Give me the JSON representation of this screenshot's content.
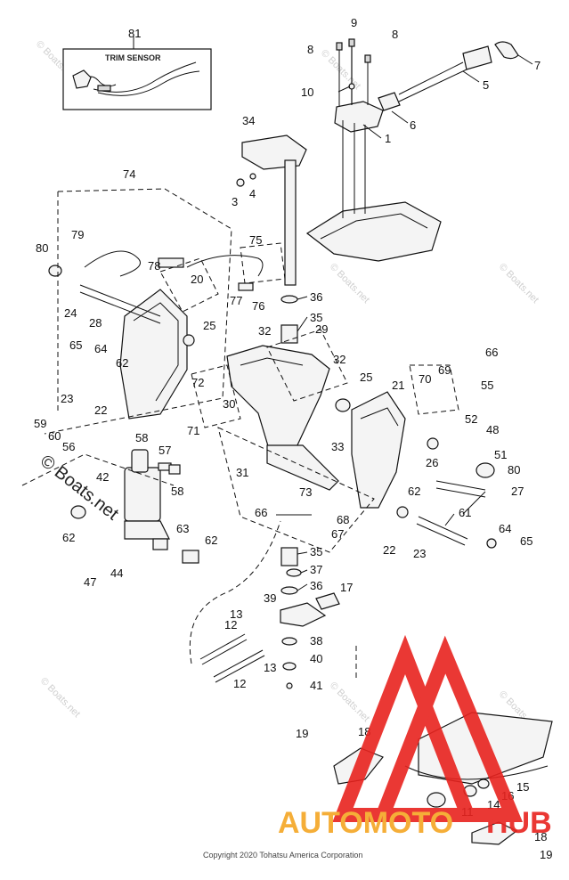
{
  "callouts": {
    "c1": "1",
    "c3": "3",
    "c4": "4",
    "c5": "5",
    "c6": "6",
    "c7": "7",
    "c8a": "8",
    "c8b": "8",
    "c9": "9",
    "c10": "10",
    "c11": "11",
    "c12a": "12",
    "c12b": "12",
    "c13a": "13",
    "c13b": "13",
    "c14": "14",
    "c15": "15",
    "c16": "16",
    "c17": "17",
    "c18a": "18",
    "c18b": "18",
    "c19a": "19",
    "c19b": "19",
    "c20": "20",
    "c21": "21",
    "c22a": "22",
    "c22b": "22",
    "c23a": "23",
    "c23b": "23",
    "c24": "24",
    "c25a": "25",
    "c25b": "25",
    "c26": "26",
    "c27": "27",
    "c28": "28",
    "c29": "29",
    "c30": "30",
    "c31": "31",
    "c32a": "32",
    "c32b": "32",
    "c33": "33",
    "c34": "34",
    "c35a": "35",
    "c35b": "35",
    "c36a": "36",
    "c36b": "36",
    "c37": "37",
    "c38": "38",
    "c39": "39",
    "c40": "40",
    "c41": "41",
    "c42": "42",
    "c44": "44",
    "c47": "47",
    "c48": "48",
    "c51": "51",
    "c52": "52",
    "c55": "55",
    "c56": "56",
    "c57": "57",
    "c58a": "58",
    "c58b": "58",
    "c59": "59",
    "c60": "60",
    "c61": "61",
    "c62a": "62",
    "c62b": "62",
    "c62c": "62",
    "c62d": "62",
    "c63": "63",
    "c64a": "64",
    "c64b": "64",
    "c65a": "65",
    "c65b": "65",
    "c66a": "66",
    "c66b": "66",
    "c67": "67",
    "c68": "68",
    "c69": "69",
    "c70": "70",
    "c71": "71",
    "c72": "72",
    "c73": "73",
    "c74": "74",
    "c75": "75",
    "c76": "76",
    "c77": "77",
    "c78": "78",
    "c79": "79",
    "c80a": "80",
    "c80b": "80",
    "c81": "81"
  },
  "inset_label": "TRIM SENSOR",
  "watermarks": [
    "© Boats.net",
    "© Boats.net",
    "© Boats.net",
    "© Boats.net",
    "© Boats.net",
    "© Boats.net",
    "© Boats.net"
  ],
  "big_watermark": "© Boats.net",
  "logo": {
    "part1": "AUTOMOTO",
    "part2": "HUB"
  },
  "copyright": "Copyright 2020 Tohatsu America Corporation",
  "colors": {
    "logo_red": "#e8231f",
    "logo_orange": "#f5a623",
    "line": "#111111",
    "watermark": "#cfcfcf"
  }
}
